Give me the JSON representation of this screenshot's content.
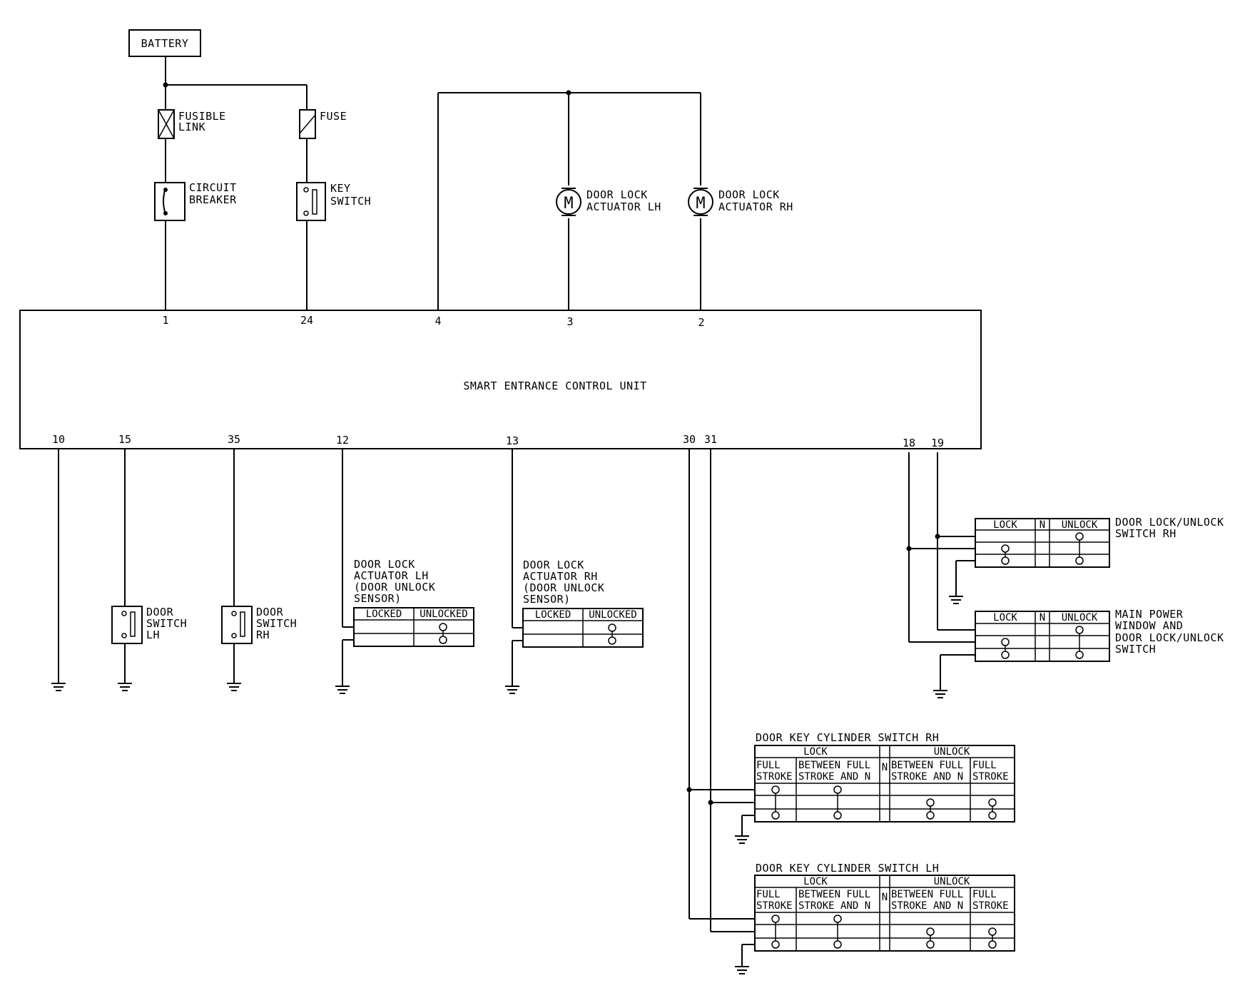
{
  "battery": "BATTERY",
  "fusible_link": [
    "FUSIBLE",
    "LINK"
  ],
  "fuse": "FUSE",
  "circuit_breaker": [
    "CIRCUIT",
    "BREAKER"
  ],
  "key_switch": [
    "KEY",
    "SWITCH"
  ],
  "actuator_lh": [
    "DOOR LOCK",
    "ACTUATOR LH"
  ],
  "actuator_rh": [
    "DOOR LOCK",
    "ACTUATOR RH"
  ],
  "motor_symbol": "M",
  "control_unit": "SMART ENTRANCE CONTROL UNIT",
  "pins_top": [
    "1",
    "24",
    "4",
    "3",
    "2"
  ],
  "pins_bottom": [
    "10",
    "15",
    "35",
    "12",
    "13",
    "30",
    "31",
    "18",
    "19"
  ],
  "door_switch_lh": [
    "DOOR",
    "SWITCH",
    "LH"
  ],
  "door_switch_rh": [
    "DOOR",
    "SWITCH",
    "RH"
  ],
  "sensor_lh": {
    "title": [
      "DOOR LOCK",
      "ACTUATOR LH",
      "(DOOR UNLOCK",
      "SENSOR)"
    ],
    "headers": [
      "LOCKED",
      "UNLOCKED"
    ]
  },
  "sensor_rh": {
    "title": [
      "DOOR LOCK",
      "ACTUATOR RH",
      "(DOOR UNLOCK",
      "SENSOR)"
    ],
    "headers": [
      "LOCKED",
      "UNLOCKED"
    ]
  },
  "lock_switch_rh": {
    "title": [
      "DOOR LOCK/UNLOCK",
      "SWITCH RH"
    ],
    "headers": [
      "LOCK",
      "N",
      "UNLOCK"
    ]
  },
  "main_power_switch": {
    "title": [
      "MAIN POWER",
      "WINDOW AND",
      "DOOR LOCK/UNLOCK",
      "SWITCH"
    ],
    "headers": [
      "LOCK",
      "N",
      "UNLOCK"
    ]
  },
  "key_cyl_rh": {
    "title": "DOOR KEY CYLINDER SWITCH RH",
    "group_lock": "LOCK",
    "group_n": "N",
    "group_unlock": "UNLOCK",
    "cols": [
      [
        "FULL",
        "STROKE"
      ],
      [
        "BETWEEN FULL",
        "STROKE AND N"
      ],
      [
        "BETWEEN FULL",
        "STROKE AND N"
      ],
      [
        "FULL",
        "STROKE"
      ]
    ]
  },
  "key_cyl_lh": {
    "title": "DOOR KEY CYLINDER SWITCH LH",
    "group_lock": "LOCK",
    "group_n": "N",
    "group_unlock": "UNLOCK",
    "cols": [
      [
        "FULL",
        "STROKE"
      ],
      [
        "BETWEEN FULL",
        "STROKE AND N"
      ],
      [
        "BETWEEN FULL",
        "STROKE AND N"
      ],
      [
        "FULL",
        "STROKE"
      ]
    ]
  }
}
